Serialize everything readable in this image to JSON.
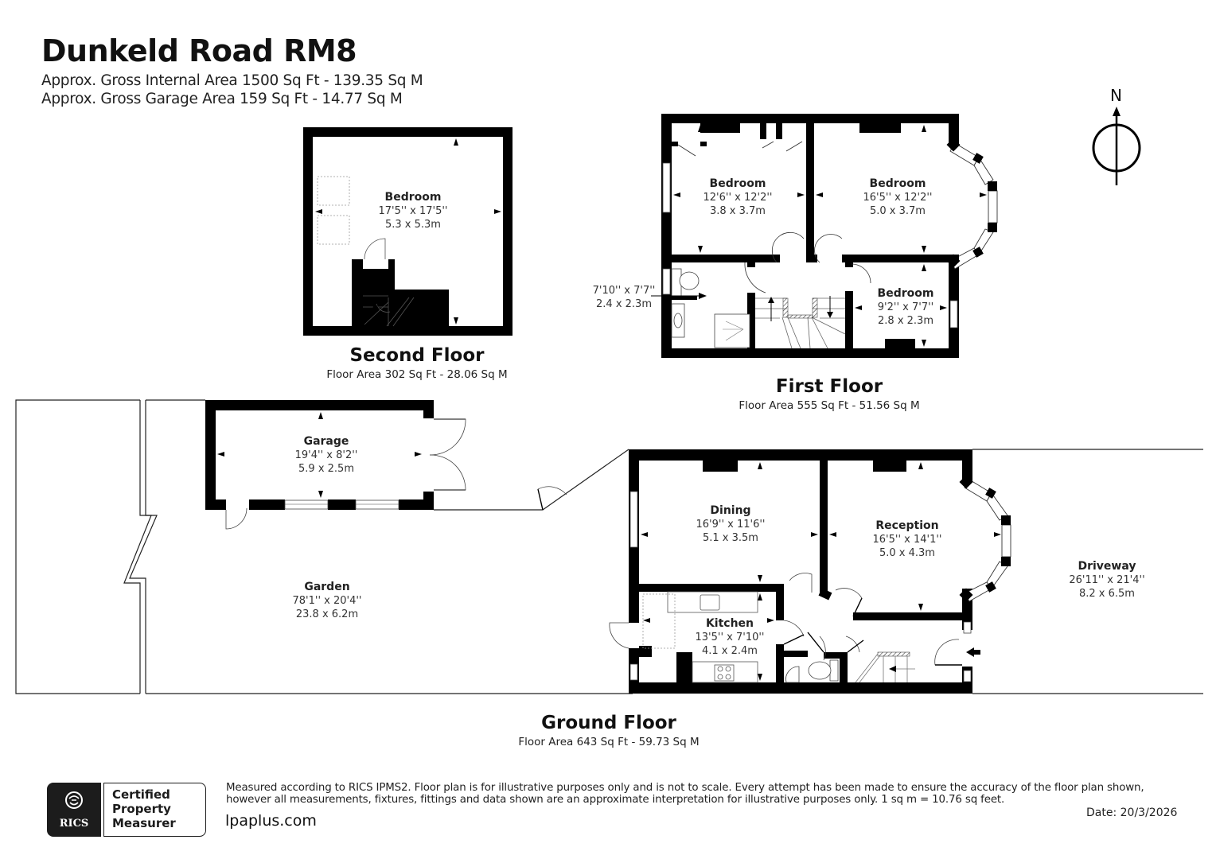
{
  "header": {
    "title": "Dunkeld Road RM8",
    "gross_internal_area": "Approx. Gross Internal Area 1500 Sq Ft - 139.35 Sq M",
    "gross_garage_area": "Approx. Gross Garage Area 159 Sq Ft - 14.77 Sq M"
  },
  "compass": {
    "label": "N",
    "icon": "north-arrow-icon"
  },
  "floors": {
    "second": {
      "name": "Second Floor",
      "area": "Floor Area 302 Sq Ft - 28.06 Sq M",
      "rooms": [
        {
          "name": "Bedroom",
          "imperial": "17'5'' x 17'5''",
          "metric": "5.3 x 5.3m"
        }
      ]
    },
    "first": {
      "name": "First Floor",
      "area": "Floor Area 555 Sq Ft - 51.56 Sq M",
      "rooms": [
        {
          "name": "Bedroom",
          "imperial": "12'6'' x 12'2''",
          "metric": "3.8 x 3.7m"
        },
        {
          "name": "Bedroom",
          "imperial": "16'5'' x 12'2''",
          "metric": "5.0 x 3.7m"
        },
        {
          "name": "Bedroom",
          "imperial": "9'2'' x 7'7''",
          "metric": "2.8 x 2.3m"
        },
        {
          "name": "",
          "imperial": "7'10'' x 7'7''",
          "metric": "2.4 x 2.3m"
        }
      ]
    },
    "ground": {
      "name": "Ground Floor",
      "area": "Floor Area 643 Sq Ft - 59.73 Sq M",
      "rooms": [
        {
          "name": "Dining",
          "imperial": "16'9'' x 11'6''",
          "metric": "5.1 x 3.5m"
        },
        {
          "name": "Reception",
          "imperial": "16'5'' x 14'1''",
          "metric": "5.0 x 4.3m"
        },
        {
          "name": "Kitchen",
          "imperial": "13'5'' x 7'10''",
          "metric": "4.1 x 2.4m"
        },
        {
          "name": "Garden",
          "imperial": "78'1'' x 20'4''",
          "metric": "23.8 x 6.2m"
        },
        {
          "name": "Driveway",
          "imperial": "26'11'' x 21'4''",
          "metric": "8.2 x 6.5m"
        },
        {
          "name": "Garage",
          "imperial": "19'4'' x 8'2''",
          "metric": "5.9 x 2.5m"
        }
      ]
    }
  },
  "footer": {
    "badge": {
      "brand": "RICS",
      "line1": "Certified",
      "line2": "Property",
      "line3": "Measurer"
    },
    "disclaimer_line1": "Measured according to RICS IPMS2. Floor plan is for illustrative purposes only and is not to scale. Every attempt has been made to ensure the accuracy of the floor plan shown,",
    "disclaimer_line2": "however all measurements, fixtures, fittings and data shown are an approximate interpretation for illustrative purposes only. 1 sq m = 10.76 sq feet.",
    "website": "lpaplus.com",
    "date": "Date: 20/3/2026"
  },
  "colors": {
    "wall": "#000000",
    "line": "#222222",
    "background": "#ffffff",
    "dashed": "#888888"
  }
}
